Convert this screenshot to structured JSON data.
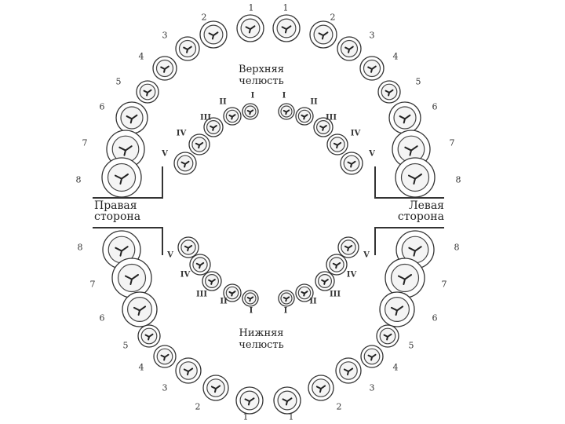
{
  "upper_jaw_title": [
    "Верхняя",
    "челюсть"
  ],
  "lower_jaw_title": [
    "Нижняя",
    "челюсть"
  ],
  "right_side_label": [
    "Правая",
    "сторона"
  ],
  "left_side_label": [
    "Левая",
    "сторона"
  ],
  "permanent_teeth": {
    "upper_right": [
      "1",
      "2",
      "3",
      "4",
      "5",
      "6",
      "7",
      "8"
    ],
    "upper_left": [
      "1",
      "2",
      "3",
      "4",
      "5",
      "6",
      "7",
      "8"
    ],
    "lower_right": [
      "1",
      "2",
      "3",
      "4",
      "5",
      "6",
      "7",
      "8"
    ],
    "lower_left": [
      "1",
      "2",
      "3",
      "4",
      "5",
      "6",
      "7",
      "8"
    ]
  },
  "primary_teeth": {
    "upper_right": [
      "I",
      "II",
      "III",
      "IV",
      "V"
    ],
    "upper_left": [
      "I",
      "II",
      "III",
      "IV",
      "V"
    ],
    "lower_right": [
      "I",
      "II",
      "III",
      "IV",
      "V"
    ],
    "lower_left": [
      "I",
      "II",
      "III",
      "IV",
      "V"
    ]
  }
}
